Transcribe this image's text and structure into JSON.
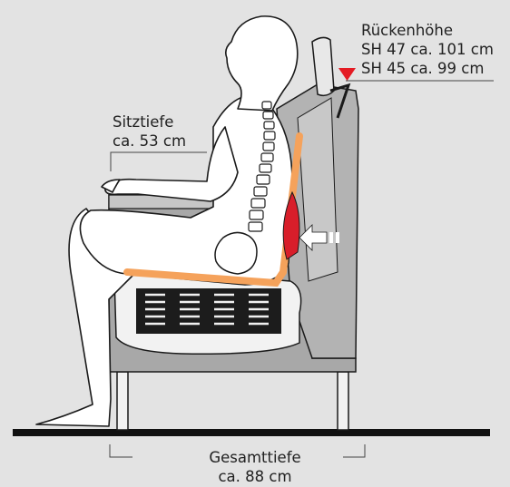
{
  "labels": {
    "backrest": {
      "title": "Rückenhöhe",
      "line1": "SH 47 ca. 101 cm",
      "line2": "SH 45 ca. 99 cm"
    },
    "seat_depth": {
      "title": "Sitztiefe",
      "value": "ca. 53 cm"
    },
    "total_depth": {
      "title": "Gesamttiefe",
      "value": "ca. 88 cm"
    }
  },
  "colors": {
    "background": "#e3e3e3",
    "chair_frame": "#a8a8a8",
    "chair_light": "#c6c6c6",
    "seat_foam": "#f2f2f2",
    "figure_fill": "#ffffff",
    "outline": "#1a1a1a",
    "lumbar_red": "#d81e2a",
    "spine_orange": "#f5a25b",
    "pressure_arrow": "#ffffff",
    "marker_red": "#e41b23"
  },
  "icons": {
    "height_marker": "triangle-down",
    "pressure_arrow": "arrow-left"
  }
}
